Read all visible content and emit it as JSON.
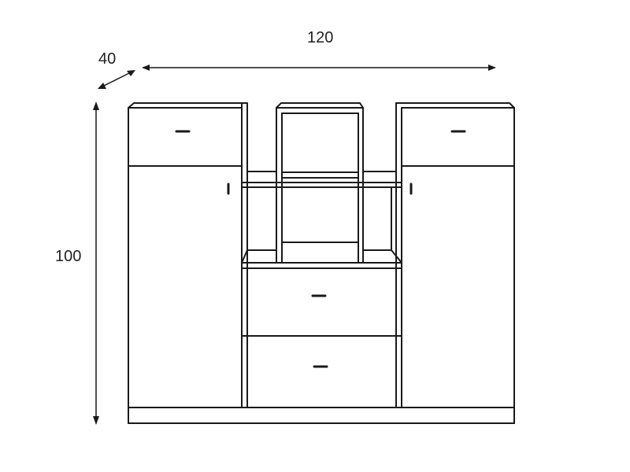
{
  "dimensions": {
    "width": "120",
    "depth": "40",
    "height": "100"
  },
  "colors": {
    "line": "#1a1a1a",
    "background": "#ffffff"
  }
}
